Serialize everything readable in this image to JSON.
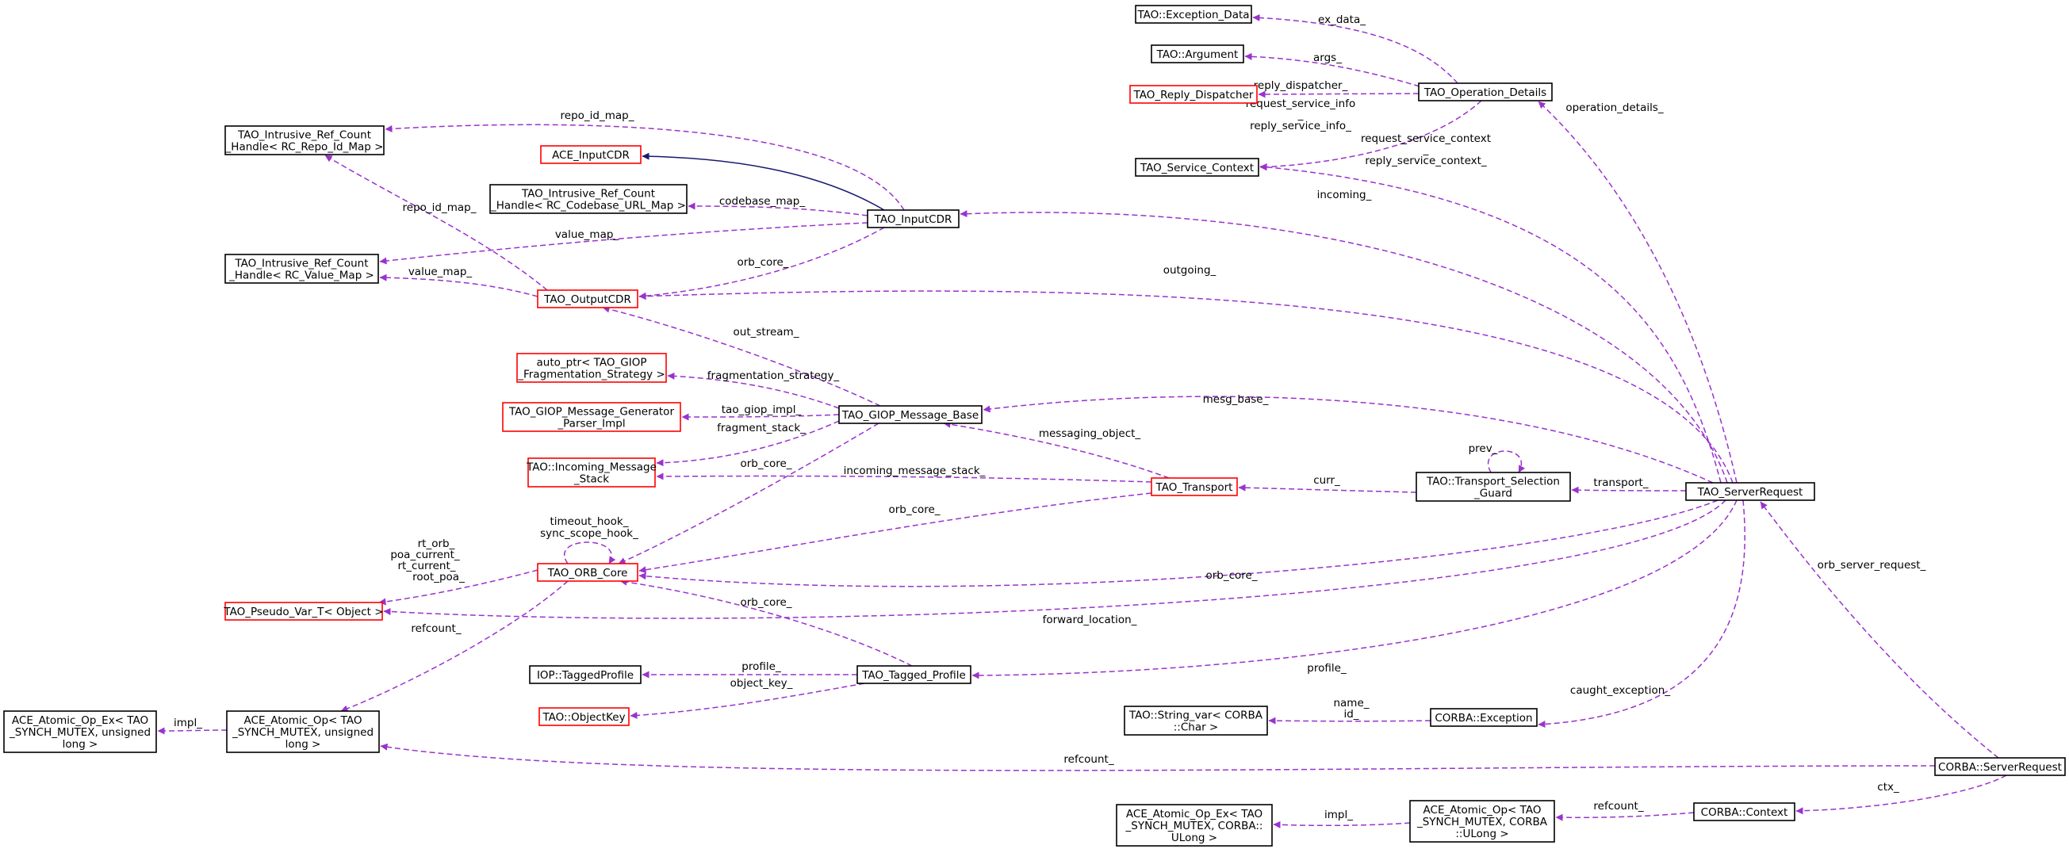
{
  "colors": {
    "normal_border": "#000000",
    "incomplete_border": "#ff0000",
    "highlight_fill": "#bfbfbf",
    "usage_edge": "#9a32cd",
    "inherit_edge": "#191970"
  },
  "nodes": [
    {
      "id": "exdata",
      "lines": [
        "TAO::Exception_Data"
      ],
      "style": "normal"
    },
    {
      "id": "argument",
      "lines": [
        "TAO::Argument"
      ],
      "style": "normal"
    },
    {
      "id": "replydisp",
      "lines": [
        "TAO_Reply_Dispatcher"
      ],
      "style": "incomplete"
    },
    {
      "id": "opdetails",
      "lines": [
        "TAO_Operation_Details"
      ],
      "style": "normal"
    },
    {
      "id": "svcctx",
      "lines": [
        "TAO_Service_Context"
      ],
      "style": "normal"
    },
    {
      "id": "irchrepo",
      "lines": [
        "TAO_Intrusive_Ref_Count",
        "_Handle< RC_Repo_Id_Map >"
      ],
      "style": "normal"
    },
    {
      "id": "aceinput",
      "lines": [
        "ACE_InputCDR"
      ],
      "style": "incomplete"
    },
    {
      "id": "irchcode",
      "lines": [
        "TAO_Intrusive_Ref_Count",
        "_Handle< RC_Codebase_URL_Map >"
      ],
      "style": "normal"
    },
    {
      "id": "taoinput",
      "lines": [
        "TAO_InputCDR"
      ],
      "style": "normal"
    },
    {
      "id": "irchvalue",
      "lines": [
        "TAO_Intrusive_Ref_Count",
        "_Handle< RC_Value_Map >"
      ],
      "style": "normal"
    },
    {
      "id": "outputcdr",
      "lines": [
        "TAO_OutputCDR"
      ],
      "style": "incomplete"
    },
    {
      "id": "autoptr",
      "lines": [
        "auto_ptr< TAO_GIOP",
        "_Fragmentation_Strategy >"
      ],
      "style": "incomplete"
    },
    {
      "id": "msggen",
      "lines": [
        "TAO_GIOP_Message_Generator",
        "_Parser_Impl"
      ],
      "style": "incomplete"
    },
    {
      "id": "giopbase",
      "lines": [
        "TAO_GIOP_Message_Base"
      ],
      "style": "normal"
    },
    {
      "id": "incmsg",
      "lines": [
        "TAO::Incoming_Message",
        "_Stack"
      ],
      "style": "incomplete"
    },
    {
      "id": "transport",
      "lines": [
        "TAO_Transport"
      ],
      "style": "incomplete"
    },
    {
      "id": "tsguard",
      "lines": [
        "TAO::Transport_Selection",
        "_Guard"
      ],
      "style": "normal"
    },
    {
      "id": "serverreq",
      "lines": [
        "TAO_ServerRequest"
      ],
      "style": "normal"
    },
    {
      "id": "orbcore",
      "lines": [
        "TAO_ORB_Core"
      ],
      "style": "incomplete"
    },
    {
      "id": "pseudovar",
      "lines": [
        "TAO_Pseudo_Var_T< Object >"
      ],
      "style": "incomplete"
    },
    {
      "id": "ioptagged",
      "lines": [
        "IOP::TaggedProfile"
      ],
      "style": "normal"
    },
    {
      "id": "taggedprof",
      "lines": [
        "TAO_Tagged_Profile"
      ],
      "style": "normal"
    },
    {
      "id": "objectkey",
      "lines": [
        "TAO::ObjectKey"
      ],
      "style": "incomplete"
    },
    {
      "id": "stringvar",
      "lines": [
        "TAO::String_var< CORBA",
        "::Char >"
      ],
      "style": "normal"
    },
    {
      "id": "corbaexc",
      "lines": [
        "CORBA::Exception"
      ],
      "style": "normal"
    },
    {
      "id": "atomicex1",
      "lines": [
        "ACE_Atomic_Op_Ex< TAO",
        "_SYNCH_MUTEX, unsigned",
        "long >"
      ],
      "style": "normal"
    },
    {
      "id": "atomic1",
      "lines": [
        "ACE_Atomic_Op< TAO",
        "_SYNCH_MUTEX, unsigned",
        "long >"
      ],
      "style": "normal"
    },
    {
      "id": "corbasreq",
      "lines": [
        "CORBA::ServerRequest"
      ],
      "style": "highlight"
    },
    {
      "id": "atomicex2",
      "lines": [
        "ACE_Atomic_Op_Ex< TAO",
        "_SYNCH_MUTEX, CORBA::",
        "ULong >"
      ],
      "style": "normal"
    },
    {
      "id": "atomic2",
      "lines": [
        "ACE_Atomic_Op< TAO",
        "_SYNCH_MUTEX, CORBA",
        "::ULong >"
      ],
      "style": "normal"
    },
    {
      "id": "corbactx",
      "lines": [
        "CORBA::Context"
      ],
      "style": "normal"
    }
  ],
  "edges": [
    {
      "id": "e-ex-data",
      "from": "opdetails",
      "to": "exdata",
      "labels": [
        "ex_data_"
      ],
      "type": "usage"
    },
    {
      "id": "e-args",
      "from": "opdetails",
      "to": "argument",
      "labels": [
        "args_"
      ],
      "type": "usage"
    },
    {
      "id": "e-reply-dispatcher",
      "from": "opdetails",
      "to": "replydisp",
      "labels": [
        "reply_dispatcher_"
      ],
      "type": "usage"
    },
    {
      "id": "e-service-info",
      "from": "opdetails",
      "to": "svcctx",
      "labels": [
        "request_service_info",
        "_",
        "reply_service_info_"
      ],
      "type": "usage"
    },
    {
      "id": "e-operation-details",
      "from": "serverreq",
      "to": "opdetails",
      "labels": [
        "operation_details_"
      ],
      "type": "usage"
    },
    {
      "id": "e-service-context",
      "from": "serverreq",
      "to": "svcctx",
      "labels": [
        "request_service_context",
        "_",
        "reply_service_context_"
      ],
      "type": "usage"
    },
    {
      "id": "e-repo-id-map-in",
      "from": "taoinput",
      "to": "irchrepo",
      "labels": [
        "repo_id_map_"
      ],
      "type": "usage"
    },
    {
      "id": "e-inherit-inputcdr",
      "from": "taoinput",
      "to": "aceinput",
      "labels": [],
      "type": "inherit"
    },
    {
      "id": "e-codebase-map",
      "from": "taoinput",
      "to": "irchcode",
      "labels": [
        "codebase_map_"
      ],
      "type": "usage"
    },
    {
      "id": "e-value-map-in",
      "from": "taoinput",
      "to": "irchvalue",
      "labels": [
        "value_map_"
      ],
      "type": "usage"
    },
    {
      "id": "e-incoming",
      "from": "serverreq",
      "to": "taoinput",
      "labels": [
        "incoming_"
      ],
      "type": "usage"
    },
    {
      "id": "e-repo-id-map-out",
      "from": "outputcdr",
      "to": "irchrepo",
      "labels": [
        "repo_id_map_"
      ],
      "type": "usage"
    },
    {
      "id": "e-value-map-out",
      "from": "outputcdr",
      "to": "irchvalue",
      "labels": [
        "value_map_"
      ],
      "type": "usage"
    },
    {
      "id": "e-orb-core-input",
      "from": "taoinput",
      "to": "outputcdr",
      "labels": [
        "orb_core_"
      ],
      "type": "usage"
    },
    {
      "id": "e-outgoing",
      "from": "serverreq",
      "to": "outputcdr",
      "labels": [
        "outgoing_"
      ],
      "type": "usage"
    },
    {
      "id": "e-out-stream",
      "from": "giopbase",
      "to": "outputcdr",
      "labels": [
        "out_stream_"
      ],
      "type": "usage"
    },
    {
      "id": "e-fragmentation-strategy",
      "from": "giopbase",
      "to": "autoptr",
      "labels": [
        "fragmentation_strategy_"
      ],
      "type": "usage"
    },
    {
      "id": "e-tao-giop-impl",
      "from": "giopbase",
      "to": "msggen",
      "labels": [
        "tao_giop_impl_"
      ],
      "type": "usage"
    },
    {
      "id": "e-fragment-stack",
      "from": "giopbase",
      "to": "incmsg",
      "labels": [
        "fragment_stack_"
      ],
      "type": "usage"
    },
    {
      "id": "e-orb-core-giop",
      "from": "giopbase",
      "to": "orbcore",
      "labels": [
        "orb_core_"
      ],
      "type": "usage"
    },
    {
      "id": "e-mesg-base",
      "from": "serverreq",
      "to": "giopbase",
      "labels": [
        "mesg_base_"
      ],
      "type": "usage"
    },
    {
      "id": "e-messaging-object",
      "from": "transport",
      "to": "giopbase",
      "labels": [
        "messaging_object_"
      ],
      "type": "usage"
    },
    {
      "id": "e-incoming-message-stack",
      "from": "transport",
      "to": "incmsg",
      "labels": [
        "incoming_message_stack_"
      ],
      "type": "usage"
    },
    {
      "id": "e-orb-core-transport",
      "from": "transport",
      "to": "orbcore",
      "labels": [
        "orb_core_"
      ],
      "type": "usage"
    },
    {
      "id": "e-curr",
      "from": "tsguard",
      "to": "transport",
      "labels": [
        "curr_"
      ],
      "type": "usage"
    },
    {
      "id": "e-prev",
      "from": "tsguard",
      "to": "tsguard",
      "labels": [
        "prev_"
      ],
      "type": "usage"
    },
    {
      "id": "e-transport",
      "from": "serverreq",
      "to": "tsguard",
      "labels": [
        "transport_"
      ],
      "type": "usage"
    },
    {
      "id": "e-orb-core-server",
      "from": "serverreq",
      "to": "orbcore",
      "labels": [
        "orb_core_"
      ],
      "type": "usage"
    },
    {
      "id": "e-forward-location",
      "from": "serverreq",
      "to": "pseudovar",
      "labels": [
        "forward_location_"
      ],
      "type": "usage"
    },
    {
      "id": "e-profile",
      "from": "serverreq",
      "to": "taggedprof",
      "labels": [
        "profile_"
      ],
      "type": "usage"
    },
    {
      "id": "e-caught-exception",
      "from": "serverreq",
      "to": "corbaexc",
      "labels": [
        "caught_exception_"
      ],
      "type": "usage"
    },
    {
      "id": "e-orb-server-request",
      "from": "corbasreq",
      "to": "serverreq",
      "labels": [
        "orb_server_request_"
      ],
      "type": "usage"
    },
    {
      "id": "e-orbcore-self",
      "from": "orbcore",
      "to": "orbcore",
      "labels": [
        "timeout_hook_",
        "sync_scope_hook_"
      ],
      "type": "usage"
    },
    {
      "id": "e-pseudo-vars",
      "from": "orbcore",
      "to": "pseudovar",
      "labels": [
        "rt_orb_",
        "poa_current_",
        "rt_current_",
        "root_poa_"
      ],
      "type": "usage"
    },
    {
      "id": "e-refcount-core",
      "from": "orbcore",
      "to": "atomic1",
      "labels": [
        "refcount_"
      ],
      "type": "usage"
    },
    {
      "id": "e-orb-core-profile",
      "from": "taggedprof",
      "to": "orbcore",
      "labels": [
        "orb_core_"
      ],
      "type": "usage"
    },
    {
      "id": "e-profile-iop",
      "from": "taggedprof",
      "to": "ioptagged",
      "labels": [
        "profile_"
      ],
      "type": "usage"
    },
    {
      "id": "e-object-key",
      "from": "taggedprof",
      "to": "objectkey",
      "labels": [
        "object_key_"
      ],
      "type": "usage"
    },
    {
      "id": "e-name-id",
      "from": "corbaexc",
      "to": "stringvar",
      "labels": [
        "name_",
        "id_"
      ],
      "type": "usage"
    },
    {
      "id": "e-impl-1",
      "from": "atomic1",
      "to": "atomicex1",
      "labels": [
        "impl_"
      ],
      "type": "usage"
    },
    {
      "id": "e-refcount-request",
      "from": "corbasreq",
      "to": "atomic1",
      "labels": [
        "refcount_"
      ],
      "type": "usage"
    },
    {
      "id": "e-ctx",
      "from": "corbasreq",
      "to": "corbactx",
      "labels": [
        "ctx_"
      ],
      "type": "usage"
    },
    {
      "id": "e-refcount-context",
      "from": "corbactx",
      "to": "atomic2",
      "labels": [
        "refcount_"
      ],
      "type": "usage"
    },
    {
      "id": "e-impl-2",
      "from": "atomic2",
      "to": "atomicex2",
      "labels": [
        "impl_"
      ],
      "type": "usage"
    }
  ]
}
